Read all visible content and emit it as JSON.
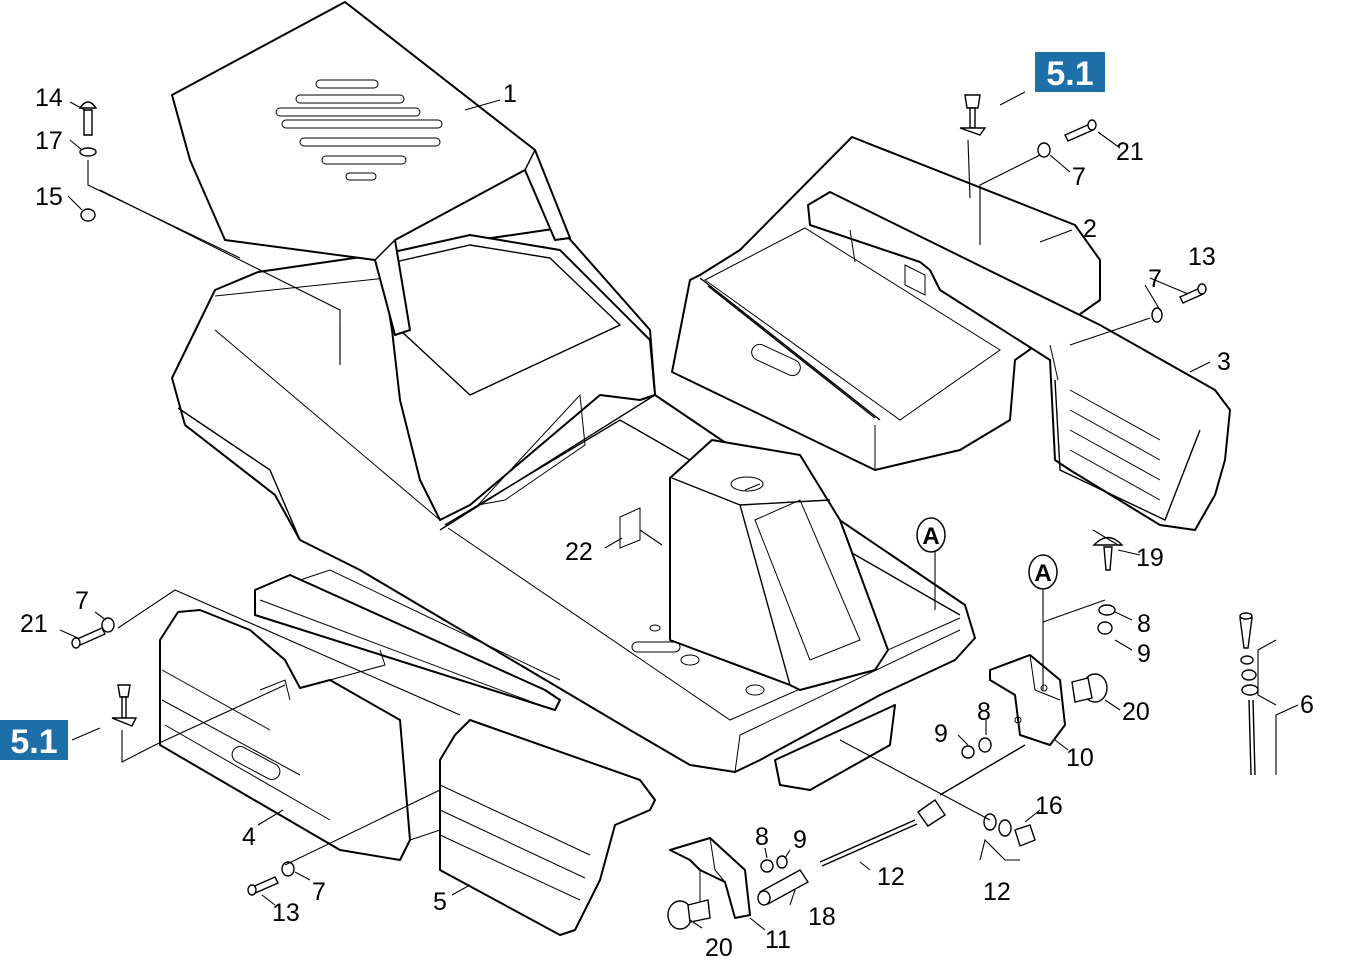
{
  "diagram": {
    "badges": [
      "5.1",
      "5.1"
    ],
    "reference_markers": [
      "A",
      "A"
    ],
    "callouts": {
      "c1": "1",
      "c2": "2",
      "c3": "3",
      "c4": "4",
      "c5": "5",
      "c6": "6",
      "c7a": "7",
      "c7b": "7",
      "c7c": "7",
      "c7d": "7",
      "c8a": "8",
      "c8b": "8",
      "c8c": "8",
      "c9a": "9",
      "c9b": "9",
      "c9c": "9",
      "c10": "10",
      "c11": "11",
      "c12a": "12",
      "c12b": "12",
      "c13a": "13",
      "c13b": "13",
      "c14": "14",
      "c15": "15",
      "c16": "16",
      "c17": "17",
      "c18": "18",
      "c19": "19",
      "c20a": "20",
      "c20b": "20",
      "c21a": "21",
      "c21b": "21",
      "c22": "22"
    }
  }
}
